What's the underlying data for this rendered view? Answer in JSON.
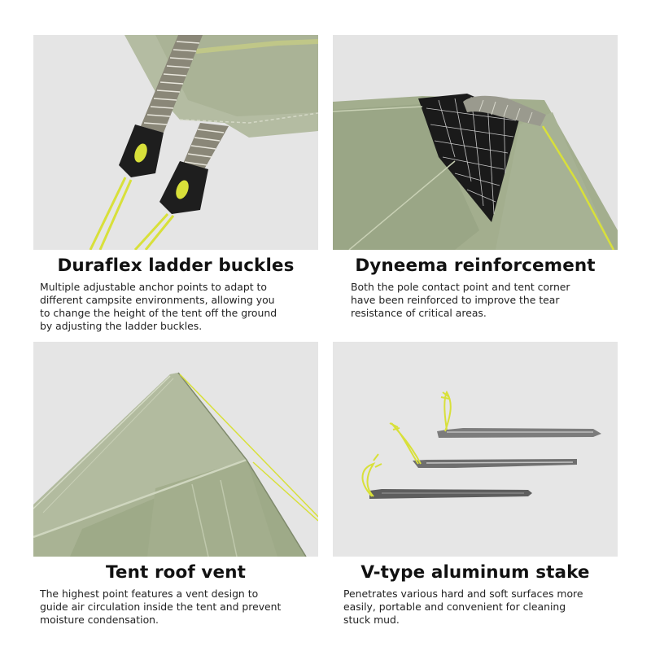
{
  "features": [
    {
      "title": "Duraflex ladder buckles",
      "description": "Multiple adjustable anchor points to adapt to\ndifferent campsite environments, allowing you\nto change the height of the tent off the ground\nby adjusting the ladder buckles.",
      "image": "ladder-buckles-photo"
    },
    {
      "title": "Dyneema reinforcement",
      "description": "Both the pole contact point and tent corner\nhave been reinforced to improve the tear\nresistance of critical areas.",
      "image": "dyneema-corner-photo"
    },
    {
      "title": "Tent roof vent",
      "description": "The highest point features a vent design to\nguide air circulation inside the tent and prevent\nmoisture condensation.",
      "image": "roof-vent-photo"
    },
    {
      "title": "V-type aluminum stake",
      "description": "Penetrates various hard and soft surfaces more\neasily, portable and convenient for cleaning\nstuck mud.",
      "image": "aluminum-stakes-photo"
    }
  ],
  "colors": {
    "photo_background": "#e4e4e4",
    "tent_green": "#a6b194",
    "cord_yellow": "#d8e03a",
    "dyneema_black": "#1a1a1a",
    "title_text": "#111111",
    "body_text": "#222222"
  }
}
